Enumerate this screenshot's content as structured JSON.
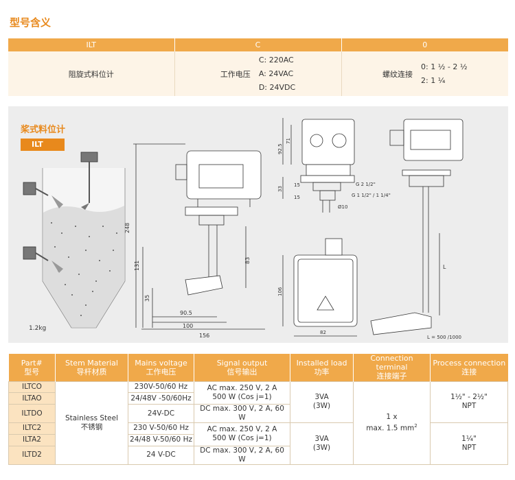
{
  "section_title": "型号含义",
  "model_table": {
    "headers": [
      "ILT",
      "C",
      "0"
    ],
    "col1": "阻旋式料位计",
    "col2_label": "工作电压",
    "col2_options": [
      "C: 220AC",
      "A: 24VAC",
      "D: 24VDC"
    ],
    "col3_label": "螺纹连接",
    "col3_options": [
      "0: 1 ½ - 2 ½",
      "2: 1 ¼"
    ]
  },
  "drawing": {
    "subtitle": "桨式料位计",
    "tag": "ILT",
    "weight_label": "1.2kg",
    "dims": {
      "d248": "248",
      "d131": "131",
      "d83": "83",
      "d35": "35",
      "d90_5": "90.5",
      "d100": "100",
      "d156": "156",
      "d92_5": "92.5",
      "d71": "71",
      "d33": "33",
      "d15a": "15",
      "d15b": "15",
      "g212": "G 2 1/2\"",
      "g1": "G 1 1/2\" / 1 1/4\"",
      "phi10": "Ø10",
      "d106": "106",
      "d82": "82",
      "L": "L",
      "L500": "L = 500 /1000"
    }
  },
  "spec_table": {
    "headers": [
      [
        "Part#",
        "型号"
      ],
      [
        "Stem Material",
        "导杆材质"
      ],
      [
        "Mains voltage",
        "工作电压"
      ],
      [
        "Signal output",
        "信号输出"
      ],
      [
        "Installed load",
        "功率"
      ],
      [
        "Connection terminal",
        "连接端子"
      ],
      [
        "Process connection",
        "连接"
      ]
    ],
    "parts": [
      "ILTCO",
      "ILTAO",
      "ILTDO",
      "ILTC2",
      "ILTA2",
      "ILTD2"
    ],
    "stem_material": [
      "Stainless Steel",
      "不锈钢"
    ],
    "voltages": [
      "230V-50/60 Hz",
      "24/48V -50/60Hz",
      "24V-DC",
      "230 V-50/60 Hz",
      "24/48 V-50/60 Hz",
      "24 V-DC"
    ],
    "signal_ac": [
      "AC max. 250 V, 2 A",
      "500 W (Cos j=1)"
    ],
    "signal_dc_1": "DC max. 300 V, 2 A, 60 W",
    "signal_ac_2": [
      "AC max. 250 V, 2 A",
      "500 W (Cos j=1)"
    ],
    "signal_dc_2": "DC max. 300 V, 2 A, 60 W",
    "load_1": [
      "3VA",
      "(3W)"
    ],
    "load_2": [
      "3VA",
      "(3W)"
    ],
    "terminal": [
      "1 x",
      "max. 1.5 mm",
      "2"
    ],
    "process_1": [
      "1½\"   - 2½\"",
      "NPT"
    ],
    "process_2": [
      "1¼\"",
      "NPT"
    ]
  }
}
